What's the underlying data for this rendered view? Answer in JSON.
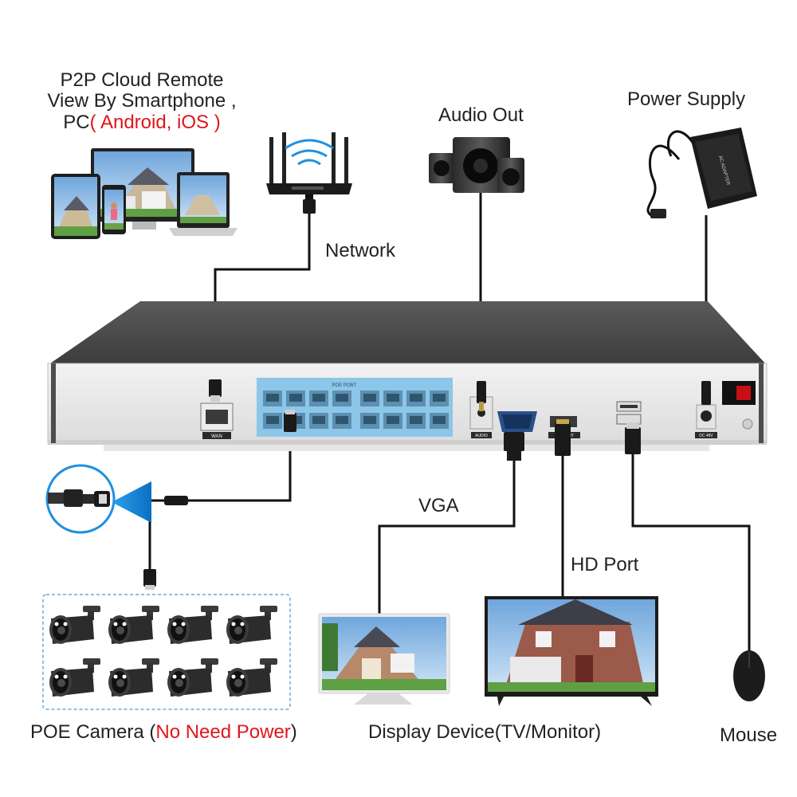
{
  "labels": {
    "cloud_line1": "P2P Cloud Remote",
    "cloud_line2": "View By Smartphone ,",
    "cloud_line3_prefix": "PC",
    "cloud_line3_red": "( Android, iOS )",
    "network": "Network",
    "audio_out": "Audio Out",
    "power_supply": "Power Supply",
    "vga": "VGA",
    "hd_port": "HD Port",
    "poe_camera_prefix": "POE Camera (",
    "poe_camera_red": "No Need Power",
    "poe_camera_suffix": ")",
    "display_device": "Display Device(TV/Monitor)",
    "mouse": "Mouse"
  },
  "panel": {
    "wan": "WAN",
    "poe_port": "POE PORT",
    "audio": "AUDIO",
    "hdmi": "HDMI OUT",
    "dc": "DC 48V",
    "adapter": "AC ADAPTER"
  },
  "colors": {
    "accent_red": "#e0151b",
    "poe_blue": "#8cc6e8",
    "cable": "#111111",
    "nvr_body": "#4a4a4a"
  }
}
